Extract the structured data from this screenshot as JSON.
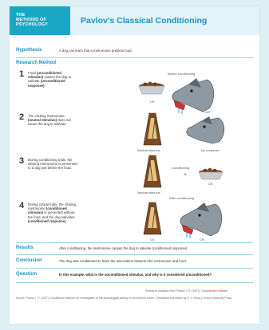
{
  "badge": {
    "line1": "THE",
    "line2": "METHODS OF",
    "line3": "PSYCHOLOGY"
  },
  "title": "Pavlov's Classical Conditioning",
  "hypothesis": {
    "label": "Hypothesis",
    "text": "A dog can learn that a metronome predicts food."
  },
  "research_method": {
    "label": "Research Method"
  },
  "steps": [
    {
      "num": "1",
      "text_before": "Food ",
      "bold1": "(unconditioned stimulus)",
      "text_mid": " causes the dog to salivate ",
      "bold2": "(unconditioned response)",
      "text_after": "."
    },
    {
      "num": "2",
      "text_before": "The clicking metronome ",
      "bold1": "(neutral stimulus)",
      "text_mid": " does not cause the dog to salivate.",
      "bold2": "",
      "text_after": ""
    },
    {
      "num": "3",
      "text_before": "During conditioning trials, the clicking metronome is presented to a dog just before the food.",
      "bold1": "",
      "text_mid": "",
      "bold2": "",
      "text_after": ""
    },
    {
      "num": "4",
      "text_before": "During critical trials, the clicking metronome ",
      "bold1": "(conditioned stimulus)",
      "text_mid": " is presented without the food, and the dog salivates ",
      "bold2": "(conditioned response)",
      "text_after": "."
    }
  ],
  "figure_labels": {
    "before_conditioning": "Before conditioning",
    "us": "US",
    "ur": "UR",
    "neutral_stimulus": "Neutral stimulus",
    "no_response": "No response",
    "conditioning": "Conditioning",
    "plus": "+",
    "us2": "US",
    "neutral_stimulus2": "Neutral stimulus",
    "after_conditioning": "After conditioning",
    "cs": "CS",
    "cr": "CR"
  },
  "results": {
    "label": "Results",
    "text": "After conditioning, the metronome causes the dog to salivate (conditioned response)."
  },
  "conclusion": {
    "label": "Conclusion",
    "text": "The dog was conditioned to learn the association between the metronome and food."
  },
  "question": {
    "label": "Question",
    "text": "In this example, what is the unconditioned stimulus, and why is it considered unconditioned?"
  },
  "credit": {
    "text": "Research adapted from Pavlov, I. P. (1927). ",
    "link": "Conditioned reflexes"
  },
  "footer": "Source: Pavlov, I. P. (1927). Conditioned reflexes: An investigation of the physiological activity of the cerebral cortex. (Translated and edited by G. V. Anrep). Oxford University Press."
}
